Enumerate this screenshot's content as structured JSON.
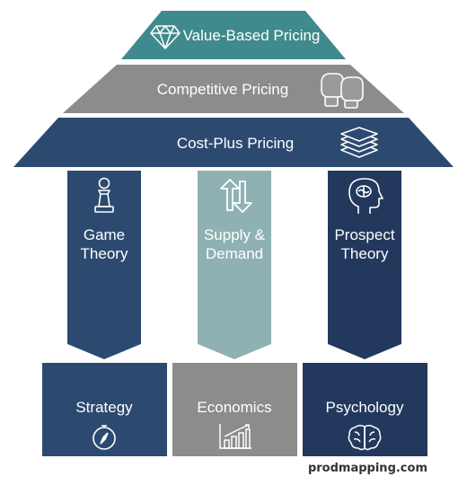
{
  "tiers": {
    "top": {
      "label": "Value-Based Pricing",
      "icon": "diamond-icon",
      "color": "#3f8a8c"
    },
    "middle": {
      "label": "Competitive Pricing",
      "icon": "boxing-gloves-icon",
      "color": "#8c8c8c"
    },
    "bottom": {
      "label": "Cost-Plus Pricing",
      "icon": "stacked-cash-icon",
      "color": "#2c4a70"
    }
  },
  "pillars": [
    {
      "label": "Game Theory",
      "line1": "Game",
      "line2": "Theory",
      "icon": "chess-pawn-icon",
      "color": "#2c4a70"
    },
    {
      "label": "Supply & Demand",
      "line1": "Supply &",
      "line2": "Demand",
      "icon": "up-down-arrows-icon",
      "color": "#8fb1b3"
    },
    {
      "label": "Prospect Theory",
      "line1": "Prospect",
      "line2": "Theory",
      "icon": "head-brain-icon",
      "color": "#22385d"
    }
  ],
  "bases": [
    {
      "label": "Strategy",
      "icon": "compass-icon",
      "color": "#2c4a70"
    },
    {
      "label": "Economics",
      "icon": "bar-chart-icon",
      "color": "#8c8c8c"
    },
    {
      "label": "Psychology",
      "icon": "brain-icon",
      "color": "#22385d"
    }
  ],
  "footer": {
    "text": "prodmapping.com"
  }
}
